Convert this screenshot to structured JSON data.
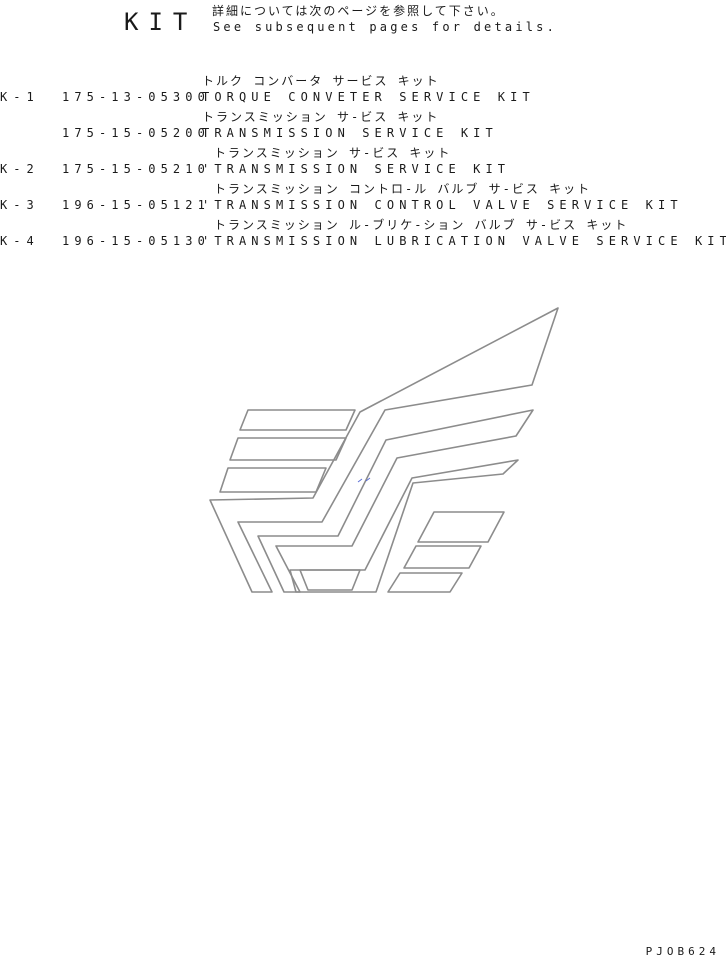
{
  "header": {
    "title": "KIT",
    "note_jp": "詳細については次のページを参照して下さい。",
    "note_en": "See subsequent pages for details."
  },
  "kit_rows": [
    {
      "type": "jp",
      "text": "トルク コンバータ サービス キット"
    },
    {
      "type": "en",
      "kit_no": "K-1",
      "part_no": "175-13-05300",
      "name": "TORQUE CONVETER SERVICE KIT"
    },
    {
      "type": "jp",
      "text": "トランスミッション サ-ビス キット"
    },
    {
      "type": "en",
      "kit_no": "",
      "part_no": "175-15-05200",
      "name": "TRANSMISSION SERVICE KIT"
    },
    {
      "type": "jp_indent",
      "text": "トランスミッション サ-ビス キット"
    },
    {
      "type": "en",
      "kit_no": "K-2",
      "part_no": "175-15-05210",
      "name": "'TRANSMISSION SERVICE KIT"
    },
    {
      "type": "jp_indent",
      "text": "トランスミッション コントロ-ル バルブ サ-ビス キット"
    },
    {
      "type": "en",
      "kit_no": "K-3",
      "part_no": "196-15-05121",
      "name": "'TRANSMISSION CONTROL VALVE SERVICE KIT"
    },
    {
      "type": "jp_indent",
      "text": "トランスミッション ル-ブリケ-ション バルブ サ-ビス キット"
    },
    {
      "type": "en",
      "kit_no": "K-4",
      "part_no": "196-15-05130",
      "name": "'TRANSMISSION LUBRICATION VALVE SERVICE KIT"
    }
  ],
  "footer": {
    "code": "PJOB624"
  },
  "logo": {
    "stroke_color": "#8c8c8c",
    "accent_color": "#5b6fd6"
  }
}
